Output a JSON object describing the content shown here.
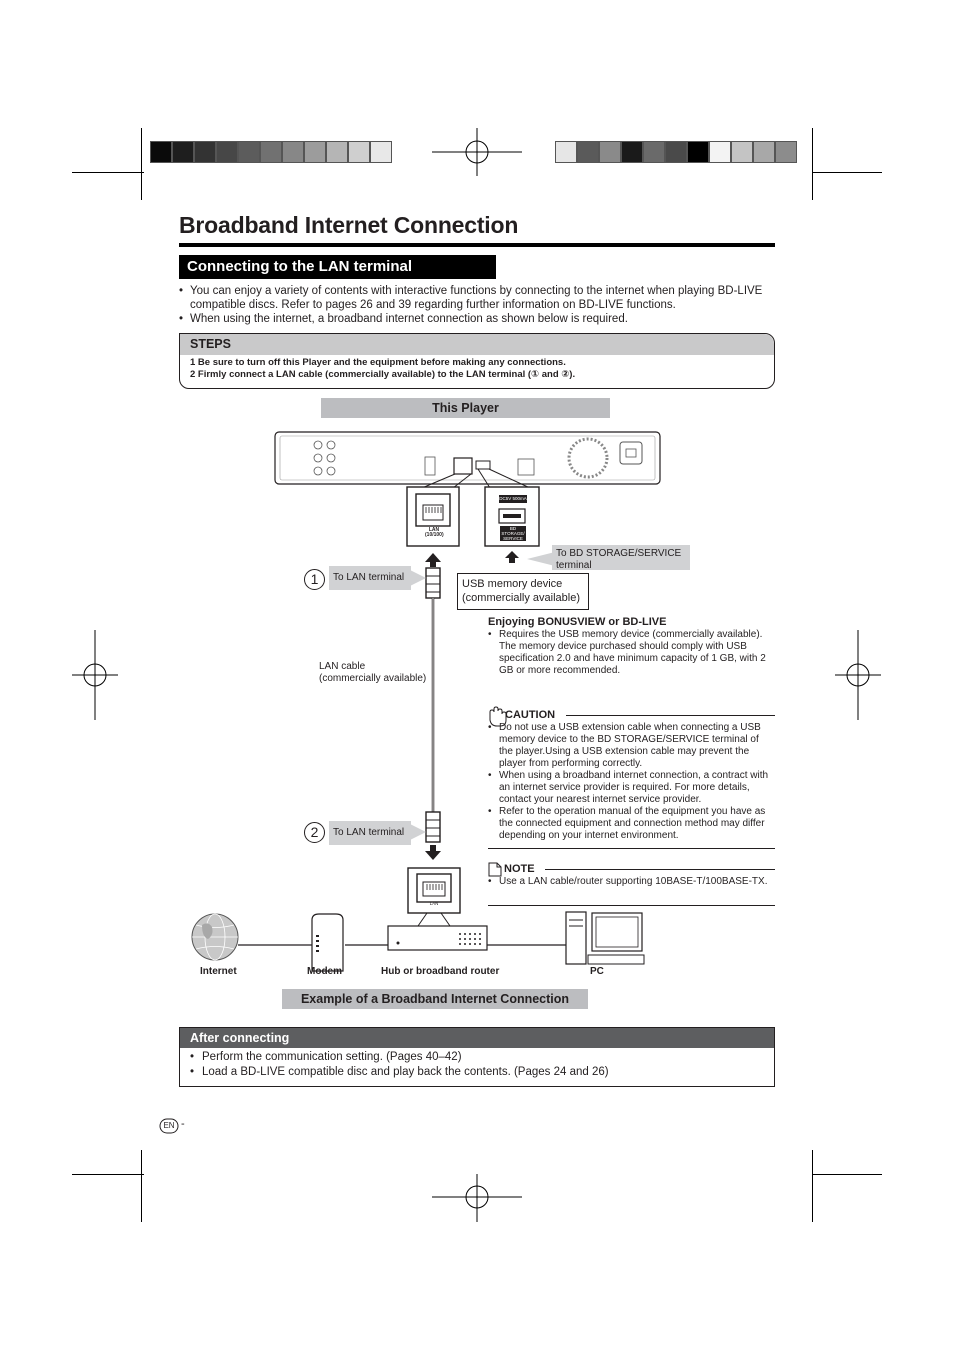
{
  "title": "Broadband Internet Connection",
  "section_heading": "Connecting to the LAN terminal",
  "intro_bullets": [
    "You can enjoy a variety of contents with interactive functions by connecting to the internet when playing BD-LIVE compatible discs. Refer to pages 26 and 39 regarding further information on BD-LIVE functions.",
    "When using the internet, a broadband internet connection as shown below is required."
  ],
  "steps": {
    "heading": "STEPS",
    "items": [
      "1   Be sure to turn off this Player and the equipment before making any connections.",
      "2   Firmly connect a LAN cable (commercially available) to the LAN terminal (① and ②)."
    ]
  },
  "diagram": {
    "player_label": "This Player",
    "lan_port_label": "LAN (10/100)",
    "usb_port_label_top": "DC5V 500mA",
    "usb_port_label_bottom": "BD STORAGE/ SERVICE",
    "to_bd_storage": "To BD STORAGE/SERVICE terminal",
    "to_lan_1": "To LAN terminal",
    "to_lan_2": "To LAN terminal",
    "num_1": "1",
    "num_2": "2",
    "usb_memory": "USB memory device (commercially available)",
    "lan_cable": "LAN cable (commercially available)",
    "router_port_label": "LAN",
    "devices": [
      "Internet",
      "Modem",
      "Hub or broadband router",
      "PC"
    ],
    "example_label": "Example of a Broadband Internet Connection"
  },
  "enjoying": {
    "heading": "Enjoying BONUSVIEW or BD-LIVE",
    "bullets": [
      "Requires the USB memory device (commercially available). The memory device purchased should comply with USB specification 2.0 and have minimum capacity of 1 GB, with 2 GB or more recommended."
    ]
  },
  "caution": {
    "heading": "CAUTION",
    "bullets": [
      "Do not use a USB extension cable when connecting a USB memory device to the BD STORAGE/SERVICE terminal of the player.Using a USB extension cable may prevent the player from performing correctly.",
      "When using a broadband internet connection, a contract with an internet service provider is required. For more details, contact your nearest internet service provider.",
      "Refer to the operation manual of the equipment you have as the connected equipment and connection method may differ depending on your internet environment."
    ]
  },
  "note": {
    "heading": "NOTE",
    "bullets": [
      "Use a LAN cable/router supporting 10BASE-T/100BASE-TX."
    ]
  },
  "after": {
    "heading": "After connecting",
    "bullets": [
      "Perform the communication setting. (Pages 40–42)",
      "Load a BD-LIVE compatible disc and play back the contents. (Pages 24 and 26)"
    ]
  },
  "footer": {
    "lang_badge": "EN",
    "page_suffix": "-"
  }
}
